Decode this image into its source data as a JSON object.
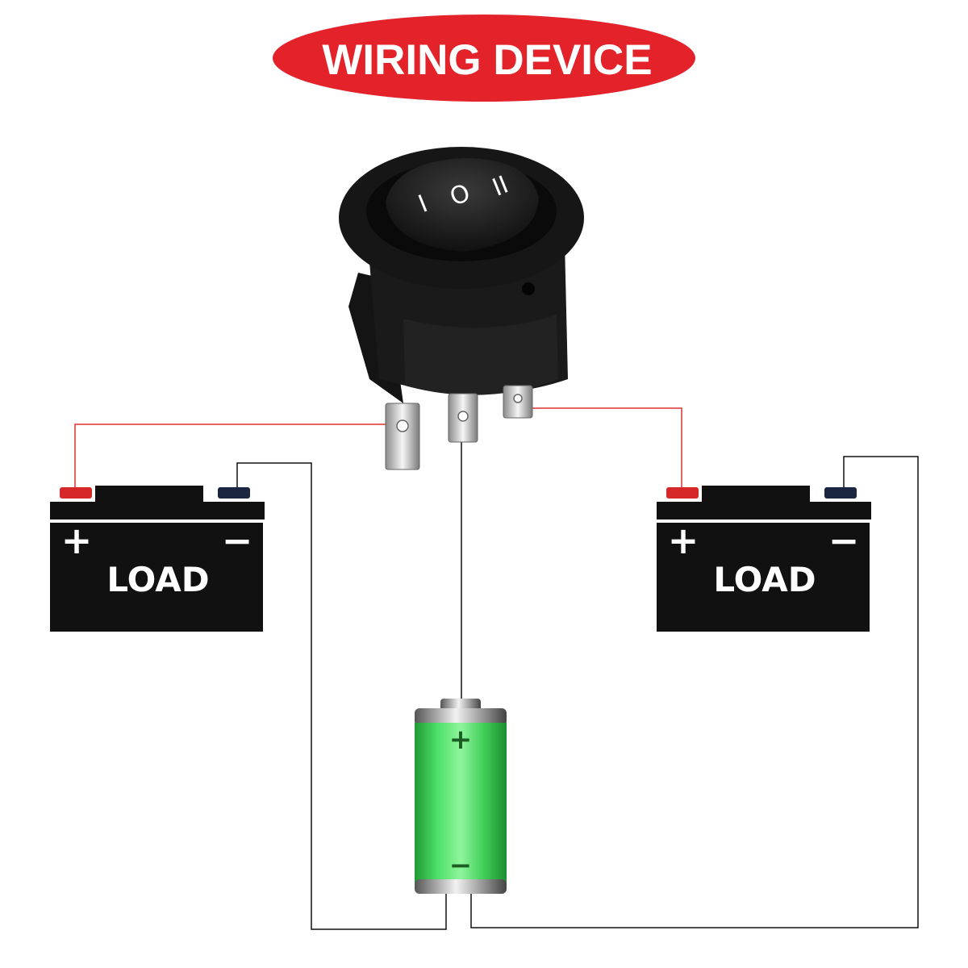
{
  "title": {
    "text": "WIRING DEVICE",
    "color": "#e3222a"
  },
  "switch": {
    "positions": [
      "I",
      "O",
      "II"
    ]
  },
  "loads": [
    {
      "label": "LOAD",
      "plus": "+",
      "minus": "−"
    },
    {
      "label": "LOAD",
      "plus": "+",
      "minus": "−"
    }
  ],
  "battery": {
    "plus": "+",
    "minus": "−",
    "color": "#3fd05a"
  },
  "wires": {
    "positive_color": "#e03030",
    "negative_color": "#111111"
  }
}
